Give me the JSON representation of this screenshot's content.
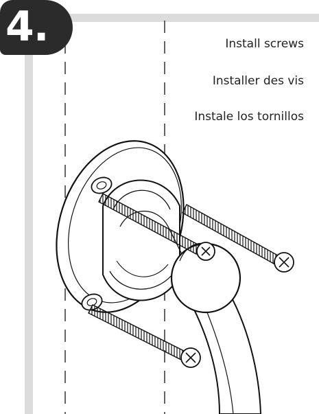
{
  "step": {
    "number": "4."
  },
  "captions": {
    "en": "Install screws",
    "fr": "Installer des vis",
    "es": "Instale los tornillos"
  },
  "colors": {
    "badge": "#2b2b2b",
    "frame": "#dcdcdc",
    "line": "#111111"
  }
}
